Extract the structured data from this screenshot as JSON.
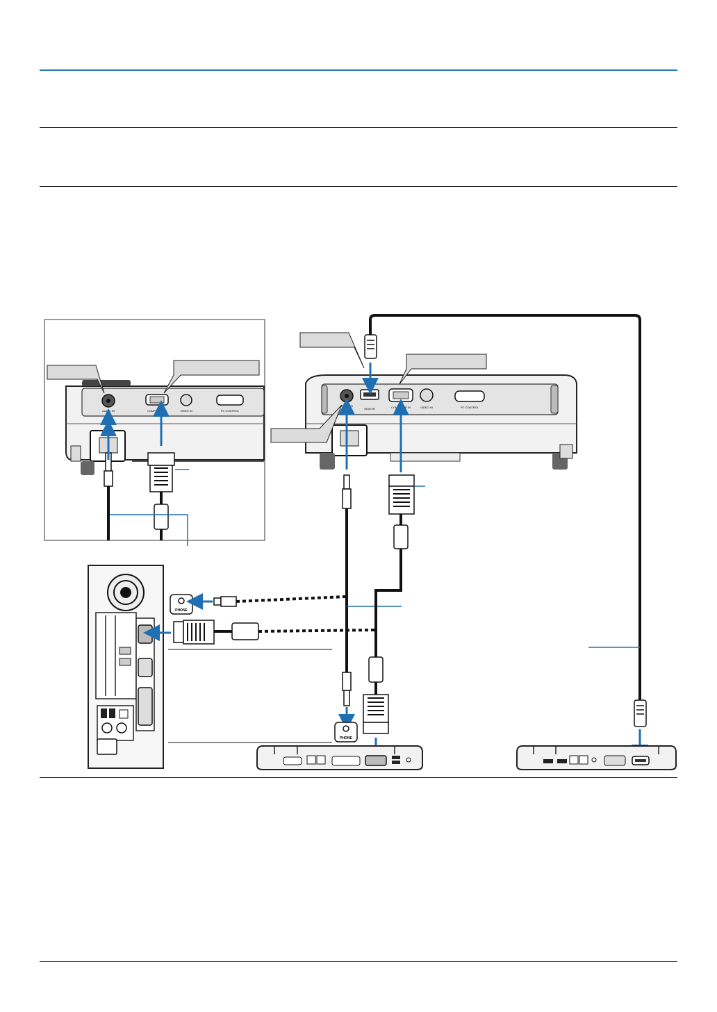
{
  "colors": {
    "accent_rule": "#2a7ab8",
    "arrow": "#1f6fb2",
    "cable": "#111111",
    "device_fill": "#f2f2f2",
    "callout_fill": "#dcdcdc"
  },
  "figure": {
    "port_labels": {
      "audio_in": "AUDIO IN",
      "computer_in": "COMPUTER IN",
      "video_in": "VIDEO IN",
      "pc_control": "PC CONTROL",
      "hdmi_in": "HDMI IN"
    },
    "phone_label": "PHONE"
  }
}
